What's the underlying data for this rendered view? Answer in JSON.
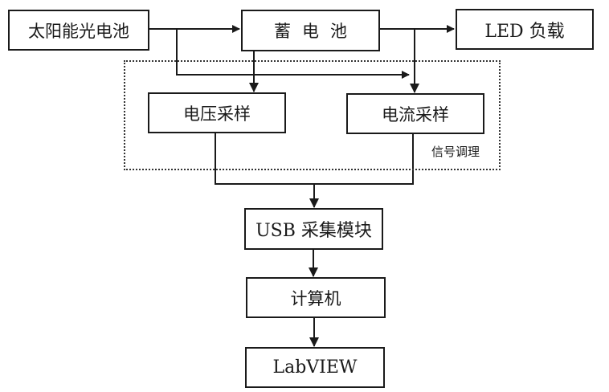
{
  "diagram": {
    "nodes": {
      "solar_cell": "太阳能光电池",
      "battery": "蓄电池",
      "led_load": "LED 负载",
      "voltage_sampling": "电压采样",
      "current_sampling": "电流采样",
      "usb_module": "USB 采集模块",
      "computer": "计算机",
      "labview": "LabVIEW"
    },
    "group_label": "信号调理",
    "edges": [
      [
        "solar_cell",
        "battery"
      ],
      [
        "battery",
        "led_load"
      ],
      [
        "battery",
        "voltage_sampling"
      ],
      [
        "solar_cell",
        "current_sampling"
      ],
      [
        "battery",
        "current_sampling"
      ],
      [
        "voltage_sampling",
        "usb_module"
      ],
      [
        "current_sampling",
        "usb_module"
      ],
      [
        "usb_module",
        "computer"
      ],
      [
        "computer",
        "labview"
      ]
    ]
  }
}
